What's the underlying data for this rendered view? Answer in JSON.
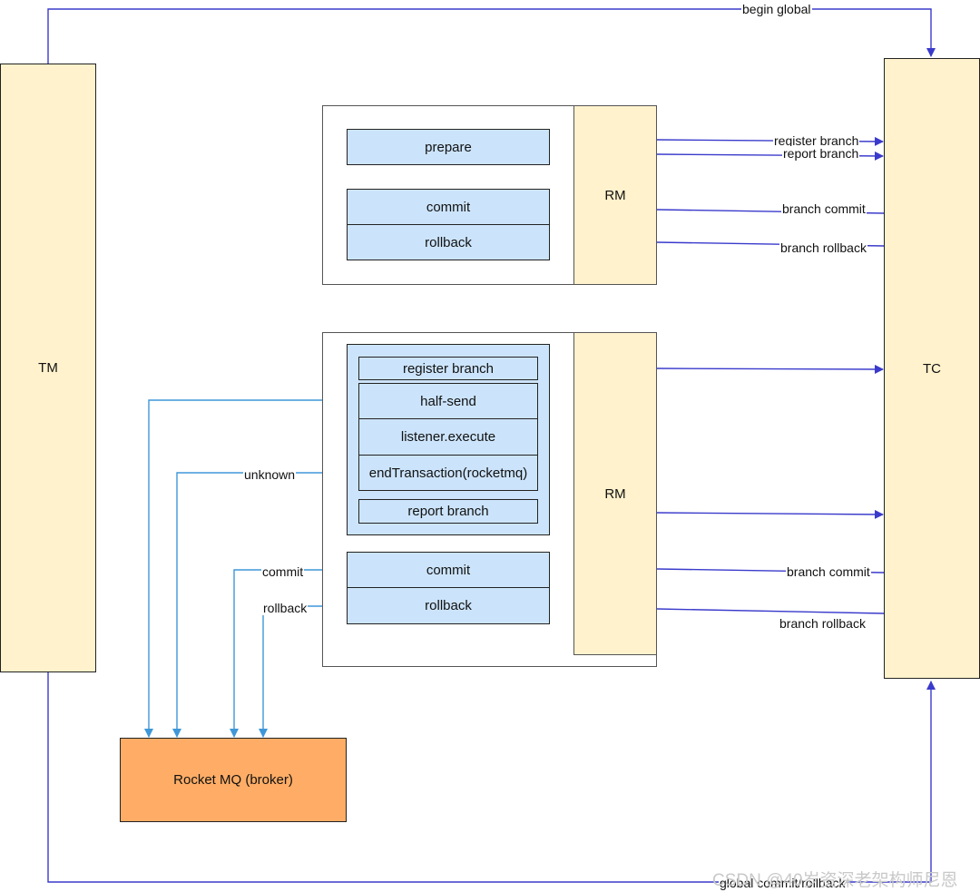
{
  "nodes": {
    "tm": "TM",
    "tc": "TC",
    "rm_top": "RM",
    "rm_bottom": "RM",
    "top": {
      "prepare": "prepare",
      "commit": "commit",
      "rollback": "rollback"
    },
    "bottom": {
      "register_branch": "register branch",
      "half_send": "half-send",
      "listener_execute": "listener.execute",
      "end_transaction": "endTransaction(rocketmq)",
      "report_branch": "report branch",
      "commit": "commit",
      "rollback": "rollback"
    },
    "broker": "Rocket MQ (broker)"
  },
  "edge_labels": {
    "begin_global": "begin global",
    "register_branch": "register branch",
    "report_branch": "report branch",
    "branch_commit_top": "branch commit",
    "branch_rollback_top": "branch rollback",
    "unknown": "unknown",
    "commit": "commit",
    "rollback": "rollback",
    "branch_commit_bottom": "branch commit",
    "branch_rollback_bottom": "branch rollback",
    "global_commit_rollback": "global commit/rollback"
  },
  "colors": {
    "tm_tc_rm": "#fff2cc",
    "component": "#cce4fb",
    "broker": "#ffad66",
    "tc_arrow": "#3a3acc",
    "mq_arrow": "#3f97d8"
  },
  "watermark": "CSDN @40岁资深老架构师尼恩"
}
